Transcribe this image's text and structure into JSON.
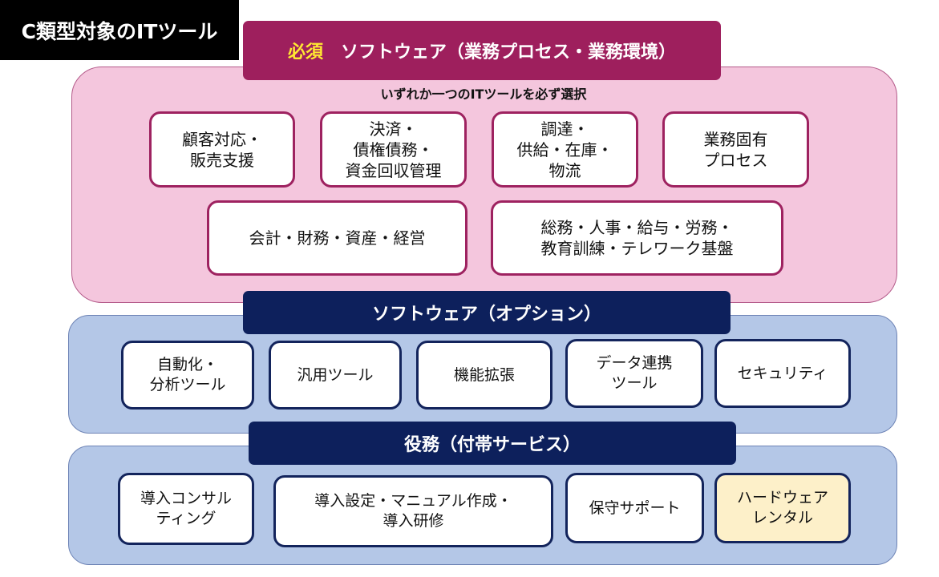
{
  "corner_title": "C類型対象のITツール",
  "required_section": {
    "badge": "必須",
    "title": "ソフトウェア（業務プロセス・業務環境）",
    "subtitle": "いずれか一つのITツールを必ず選択",
    "items": [
      "顧客対応・\n販売支援",
      "決済・\n債権債務・\n資金回収管理",
      "調達・\n供給・在庫・\n物流",
      "業務固有\nプロセス",
      "会計・財務・資産・経営",
      "総務・人事・給与・労務・\n教育訓練・テレワーク基盤"
    ]
  },
  "option_section": {
    "title": "ソフトウェア（オプション）",
    "items": [
      "自動化・\n分析ツール",
      "汎用ツール",
      "機能拡張",
      "データ連携\nツール",
      "セキュリティ"
    ]
  },
  "service_section": {
    "title": "役務（付帯サービス）",
    "items": [
      "導入コンサル\nティング",
      "導入設定・マニュアル作成・\n導入研修",
      "保守サポート",
      "ハードウェア\nレンタル"
    ]
  },
  "colors": {
    "required_accent": "#9e1f5d",
    "badge_yellow": "#ffe832",
    "navy": "#0d205c",
    "pink_panel": "#f4c6dd",
    "blue_panel": "#b4c7e7",
    "highlight_box": "#fdf0c9"
  }
}
